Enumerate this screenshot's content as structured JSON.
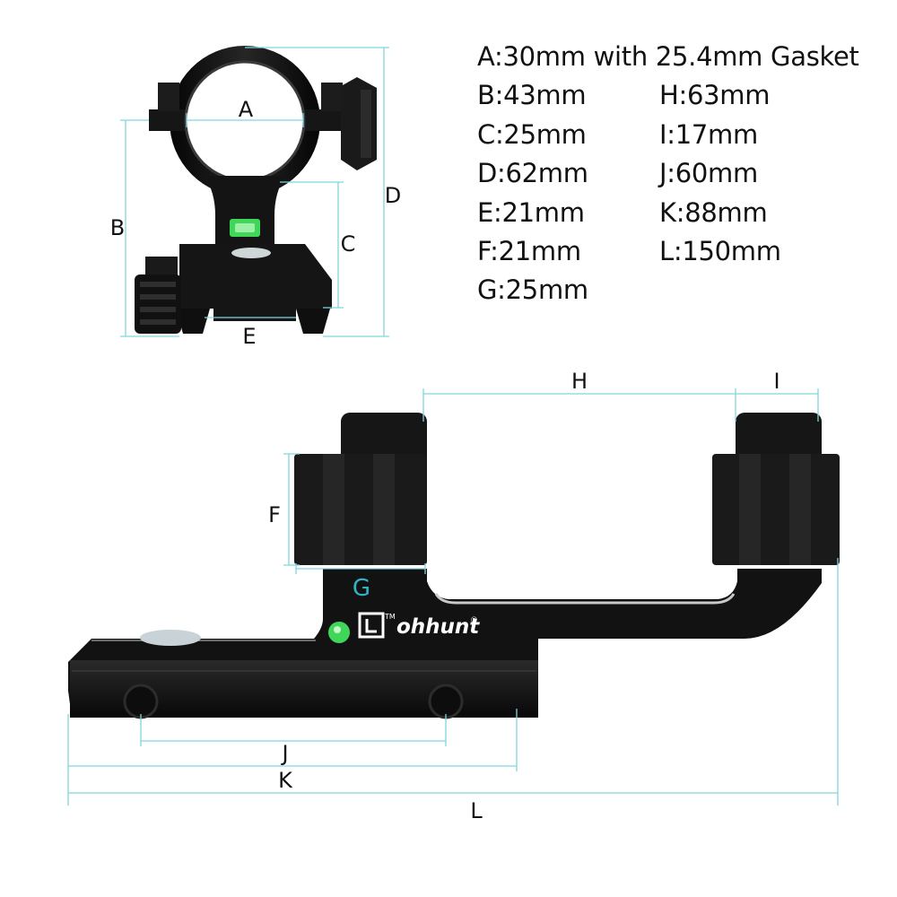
{
  "specs": {
    "a": "A:30mm with 25.4mm Gasket",
    "b": "B:43mm",
    "c": "C:25mm",
    "d": "D:62mm",
    "e": "E:21mm",
    "f": "F:21mm",
    "g": "G:25mm",
    "h": "H:63mm",
    "i": "I:17mm",
    "j": "J:60mm",
    "k": "K:88mm",
    "l": "L:150mm"
  },
  "dimension_letters": {
    "a": "A",
    "b": "B",
    "c": "C",
    "d": "D",
    "e": "E",
    "f": "F",
    "g": "G",
    "h": "H",
    "i": "I",
    "j": "J",
    "k": "K",
    "l": "L"
  },
  "brand": {
    "name": "ohhunt",
    "registered_mark": "®",
    "trademark": "TM"
  },
  "colors": {
    "dimension_line": "#7fd6dc",
    "highlight_letter_g": "#2fb6c4",
    "product_black": "#121212",
    "bubble_level": "#3fd65a"
  }
}
